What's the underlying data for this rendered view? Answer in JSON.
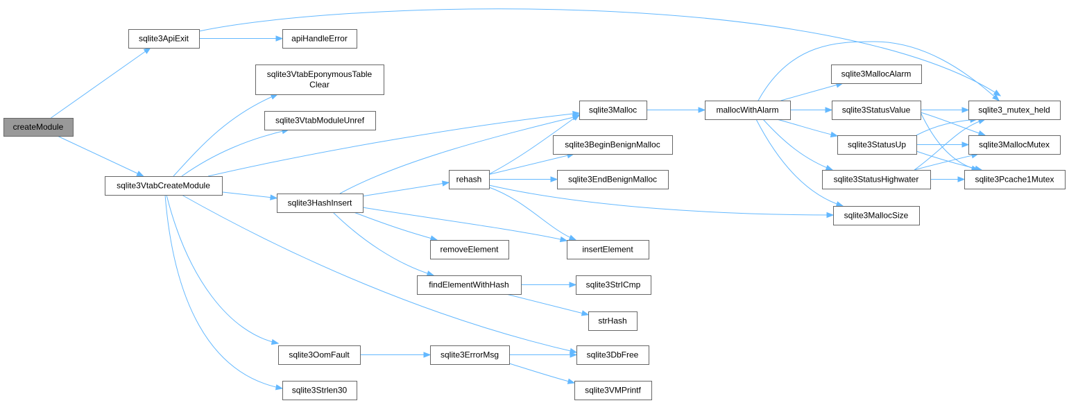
{
  "graph": {
    "nodes": [
      {
        "id": "createModule",
        "lines": [
          "createModule"
        ],
        "root": true
      },
      {
        "id": "sqlite3ApiExit",
        "lines": [
          "sqlite3ApiExit"
        ]
      },
      {
        "id": "apiHandleError",
        "lines": [
          "apiHandleError"
        ]
      },
      {
        "id": "sqlite3_mutex_held",
        "lines": [
          "sqlite3_mutex_held"
        ]
      },
      {
        "id": "sqlite3VtabCreateModule",
        "lines": [
          "sqlite3VtabCreateModule"
        ]
      },
      {
        "id": "sqlite3VtabEponymousTableClear",
        "lines": [
          "sqlite3VtabEponymousTable",
          "Clear"
        ]
      },
      {
        "id": "sqlite3VtabModuleUnref",
        "lines": [
          "sqlite3VtabModuleUnref"
        ]
      },
      {
        "id": "sqlite3Malloc",
        "lines": [
          "sqlite3Malloc"
        ]
      },
      {
        "id": "sqlite3HashInsert",
        "lines": [
          "sqlite3HashInsert"
        ]
      },
      {
        "id": "sqlite3OomFault",
        "lines": [
          "sqlite3OomFault"
        ]
      },
      {
        "id": "sqlite3Strlen30",
        "lines": [
          "sqlite3Strlen30"
        ]
      },
      {
        "id": "sqlite3DbFree",
        "lines": [
          "sqlite3DbFree"
        ]
      },
      {
        "id": "rehash",
        "lines": [
          "rehash"
        ]
      },
      {
        "id": "removeElement",
        "lines": [
          "removeElement"
        ]
      },
      {
        "id": "findElementWithHash",
        "lines": [
          "findElementWithHash"
        ]
      },
      {
        "id": "insertElement",
        "lines": [
          "insertElement"
        ]
      },
      {
        "id": "sqlite3BeginBenignMalloc",
        "lines": [
          "sqlite3BeginBenignMalloc"
        ]
      },
      {
        "id": "sqlite3EndBenignMalloc",
        "lines": [
          "sqlite3EndBenignMalloc"
        ]
      },
      {
        "id": "sqlite3MallocSize",
        "lines": [
          "sqlite3MallocSize"
        ]
      },
      {
        "id": "sqlite3StrICmp",
        "lines": [
          "sqlite3StrICmp"
        ]
      },
      {
        "id": "strHash",
        "lines": [
          "strHash"
        ]
      },
      {
        "id": "sqlite3ErrorMsg",
        "lines": [
          "sqlite3ErrorMsg"
        ]
      },
      {
        "id": "sqlite3VMPrintf",
        "lines": [
          "sqlite3VMPrintf"
        ]
      },
      {
        "id": "mallocWithAlarm",
        "lines": [
          "mallocWithAlarm"
        ]
      },
      {
        "id": "sqlite3MallocAlarm",
        "lines": [
          "sqlite3MallocAlarm"
        ]
      },
      {
        "id": "sqlite3StatusValue",
        "lines": [
          "sqlite3StatusValue"
        ]
      },
      {
        "id": "sqlite3StatusUp",
        "lines": [
          "sqlite3StatusUp"
        ]
      },
      {
        "id": "sqlite3StatusHighwater",
        "lines": [
          "sqlite3StatusHighwater"
        ]
      },
      {
        "id": "sqlite3MallocMutex",
        "lines": [
          "sqlite3MallocMutex"
        ]
      },
      {
        "id": "sqlite3Pcache1Mutex",
        "lines": [
          "sqlite3Pcache1Mutex"
        ]
      }
    ],
    "edges": [
      [
        "createModule",
        "sqlite3ApiExit"
      ],
      [
        "createModule",
        "sqlite3VtabCreateModule"
      ],
      [
        "sqlite3ApiExit",
        "apiHandleError"
      ],
      [
        "sqlite3ApiExit",
        "sqlite3_mutex_held"
      ],
      [
        "sqlite3VtabCreateModule",
        "sqlite3VtabEponymousTableClear"
      ],
      [
        "sqlite3VtabCreateModule",
        "sqlite3VtabModuleUnref"
      ],
      [
        "sqlite3VtabCreateModule",
        "sqlite3Malloc"
      ],
      [
        "sqlite3VtabCreateModule",
        "sqlite3HashInsert"
      ],
      [
        "sqlite3VtabCreateModule",
        "sqlite3DbFree"
      ],
      [
        "sqlite3VtabCreateModule",
        "sqlite3OomFault"
      ],
      [
        "sqlite3VtabCreateModule",
        "sqlite3Strlen30"
      ],
      [
        "sqlite3HashInsert",
        "sqlite3Malloc"
      ],
      [
        "sqlite3HashInsert",
        "rehash"
      ],
      [
        "sqlite3HashInsert",
        "insertElement"
      ],
      [
        "sqlite3HashInsert",
        "removeElement"
      ],
      [
        "sqlite3HashInsert",
        "findElementWithHash"
      ],
      [
        "rehash",
        "sqlite3Malloc"
      ],
      [
        "rehash",
        "sqlite3BeginBenignMalloc"
      ],
      [
        "rehash",
        "sqlite3EndBenignMalloc"
      ],
      [
        "rehash",
        "sqlite3MallocSize"
      ],
      [
        "rehash",
        "insertElement"
      ],
      [
        "findElementWithHash",
        "sqlite3StrICmp"
      ],
      [
        "findElementWithHash",
        "strHash"
      ],
      [
        "sqlite3OomFault",
        "sqlite3ErrorMsg"
      ],
      [
        "sqlite3ErrorMsg",
        "sqlite3DbFree"
      ],
      [
        "sqlite3ErrorMsg",
        "sqlite3VMPrintf"
      ],
      [
        "sqlite3Malloc",
        "mallocWithAlarm"
      ],
      [
        "mallocWithAlarm",
        "sqlite3_mutex_held"
      ],
      [
        "mallocWithAlarm",
        "sqlite3MallocAlarm"
      ],
      [
        "mallocWithAlarm",
        "sqlite3StatusValue"
      ],
      [
        "mallocWithAlarm",
        "sqlite3StatusUp"
      ],
      [
        "mallocWithAlarm",
        "sqlite3StatusHighwater"
      ],
      [
        "mallocWithAlarm",
        "sqlite3MallocSize"
      ],
      [
        "sqlite3StatusValue",
        "sqlite3_mutex_held"
      ],
      [
        "sqlite3StatusValue",
        "sqlite3MallocMutex"
      ],
      [
        "sqlite3StatusValue",
        "sqlite3Pcache1Mutex"
      ],
      [
        "sqlite3StatusUp",
        "sqlite3_mutex_held"
      ],
      [
        "sqlite3StatusUp",
        "sqlite3MallocMutex"
      ],
      [
        "sqlite3StatusUp",
        "sqlite3Pcache1Mutex"
      ],
      [
        "sqlite3StatusHighwater",
        "sqlite3_mutex_held"
      ],
      [
        "sqlite3StatusHighwater",
        "sqlite3MallocMutex"
      ],
      [
        "sqlite3StatusHighwater",
        "sqlite3Pcache1Mutex"
      ]
    ]
  },
  "colors": {
    "edge": "#63b8ff",
    "node_border": "#666666",
    "node_fill": "#ffffff",
    "root_fill": "#999999"
  }
}
